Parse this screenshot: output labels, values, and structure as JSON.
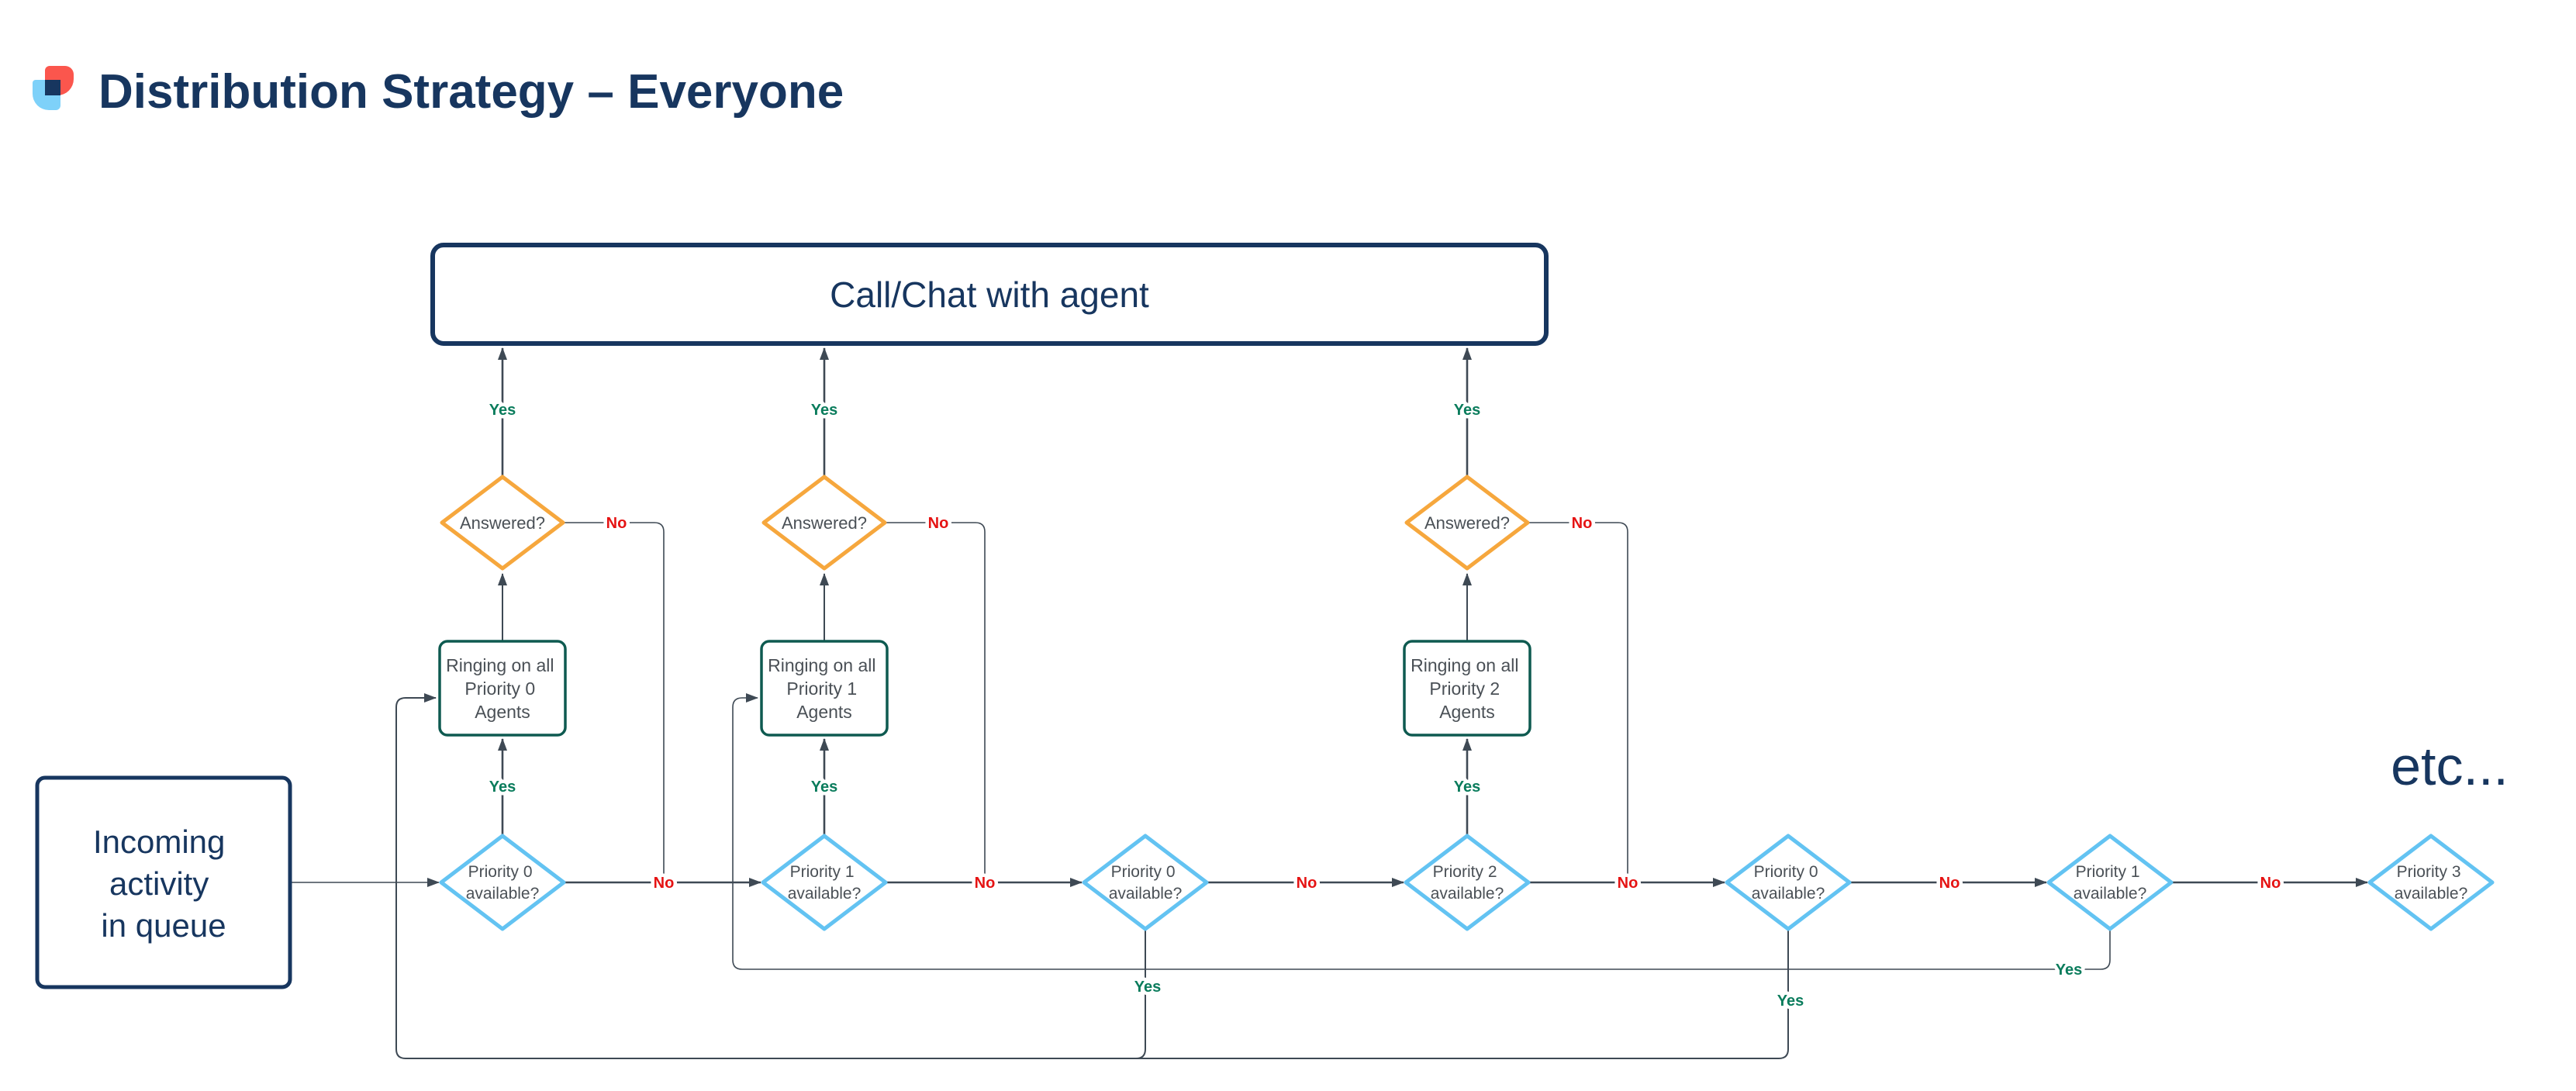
{
  "page": {
    "title": "Distribution Strategy – Everyone"
  },
  "labels": {
    "yes": "Yes",
    "no": "No"
  },
  "terminal": {
    "label": "Call/Chat with agent"
  },
  "incoming": {
    "line1": "Incoming",
    "line2": "activity",
    "line3": "in queue"
  },
  "etc": {
    "label": "etc..."
  },
  "answered": {
    "label": "Answered?"
  },
  "ring": [
    {
      "line1": "Ringing on all",
      "line2": "Priority 0",
      "line3": "Agents"
    },
    {
      "line1": "Ringing on all",
      "line2": "Priority 1",
      "line3": "Agents"
    },
    {
      "line1": "Ringing on all",
      "line2": "Priority 2",
      "line3": "Agents"
    }
  ],
  "decisions": [
    {
      "line1": "Priority 0",
      "line2": "available?"
    },
    {
      "line1": "Priority 1",
      "line2": "available?"
    },
    {
      "line1": "Priority 0",
      "line2": "available?"
    },
    {
      "line1": "Priority 2",
      "line2": "available?"
    },
    {
      "line1": "Priority 0",
      "line2": "available?"
    },
    {
      "line1": "Priority 1",
      "line2": "available?"
    },
    {
      "line1": "Priority 3",
      "line2": "available?"
    }
  ],
  "colors": {
    "navy": "#17365f",
    "orange_decision": "#f6a73d",
    "blue_decision": "#63c3f2",
    "teal_process": "#0e5a50",
    "yes_green": "#0a7c5c",
    "no_red": "#e51313",
    "connector": "#3e4954",
    "shape_text": "#4a5056",
    "logo_red": "#fb564d",
    "logo_light_blue": "#7ed1f9"
  }
}
